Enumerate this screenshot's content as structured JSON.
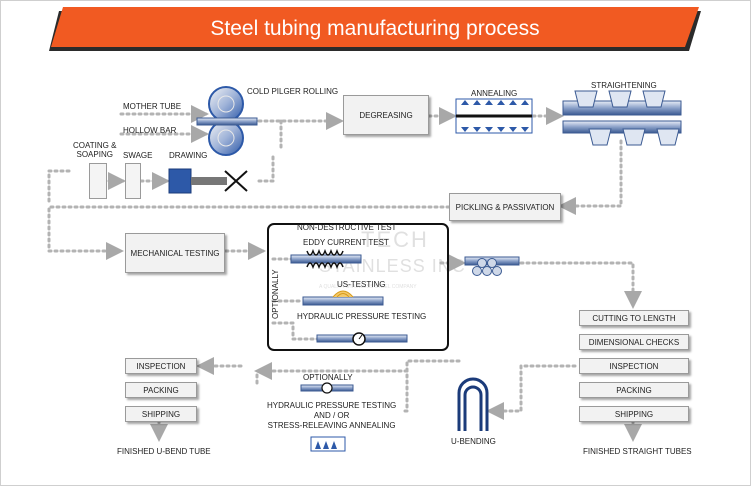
{
  "title": "Steel tubing manufacturing process",
  "colors": {
    "banner": "#f15a22",
    "banner_shadow": "#2b2b2b",
    "dotted": "#b3b3b3",
    "roller_blue": "#2d59a8",
    "dark": "#111111"
  },
  "labels": {
    "cold_pilger_rolling": "COLD PILGER ROLLING",
    "mother_tube": "MOTHER TUBE",
    "hollow_bar": "HOLLOW BAR",
    "coating_soaping": "COATING &\nSOAPING",
    "swage": "SWAGE",
    "drawing": "DRAWING",
    "degreasing": "DEGREASING",
    "annealing": "ANNEALING",
    "straightening": "STRAIGHTENING",
    "pickling_passivation": "PICKLING & PASSIVATION",
    "mechanical_testing": "MECHANICAL TESTING",
    "non_destructive_test": "NON-DESTRUCTIVE TEST",
    "eddy_current_test": "EDDY CURRENT TEST",
    "us_testing": "US-TESTING",
    "hydraulic_pressure_testing": "HYDRAULIC PRESSURE TESTING",
    "optionally_vertical": "OPTIONALLY",
    "optionally": "OPTIONALLY",
    "hydraulic_pressure_testing_and_or": "HYDRAULIC PRESSURE TESTING\nAND / OR\nSTRESS-RELEAVING ANNEALING",
    "u_bending": "U-BENDING",
    "finished_u_bend_tube": "FINISHED U-BEND TUBE",
    "finished_straight_tubes": "FINISHED STRAIGHT TUBES"
  },
  "left_steps": [
    "INSPECTION",
    "PACKING",
    "SHIPPING"
  ],
  "right_steps": [
    "CUTTING TO LENGTH",
    "DIMENSIONAL CHECKS",
    "INSPECTION",
    "PACKING",
    "SHIPPING"
  ],
  "watermark": {
    "line1": "TECH",
    "line2": "STAINLESS INC",
    "line3": "A QUALITY STAINLESS STEEL COMPANY"
  }
}
